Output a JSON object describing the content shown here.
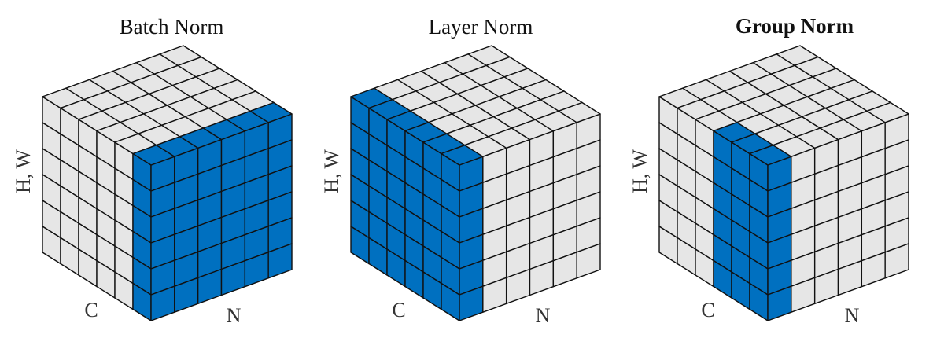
{
  "colors": {
    "highlight": "#0070C0",
    "cell": "#E6E6E6",
    "edge": "#111111"
  },
  "grid_size": 6,
  "panels": [
    {
      "title": "Batch Norm",
      "bold": false,
      "axis_hw": "H, W",
      "axis_c": "C",
      "axis_n": "N",
      "highlight": {
        "c": [
          5
        ],
        "n": [
          0,
          1,
          2,
          3,
          4,
          5
        ]
      }
    },
    {
      "title": "Layer Norm",
      "bold": false,
      "axis_hw": "H, W",
      "axis_c": "C",
      "axis_n": "N",
      "highlight": {
        "c": [
          0,
          1,
          2,
          3,
          4,
          5
        ],
        "n": [
          0
        ]
      }
    },
    {
      "title": "Group Norm",
      "bold": true,
      "axis_hw": "H, W",
      "axis_c": "C",
      "axis_n": "N",
      "highlight": {
        "c": [
          3,
          4,
          5
        ],
        "n": [
          0
        ]
      }
    }
  ]
}
